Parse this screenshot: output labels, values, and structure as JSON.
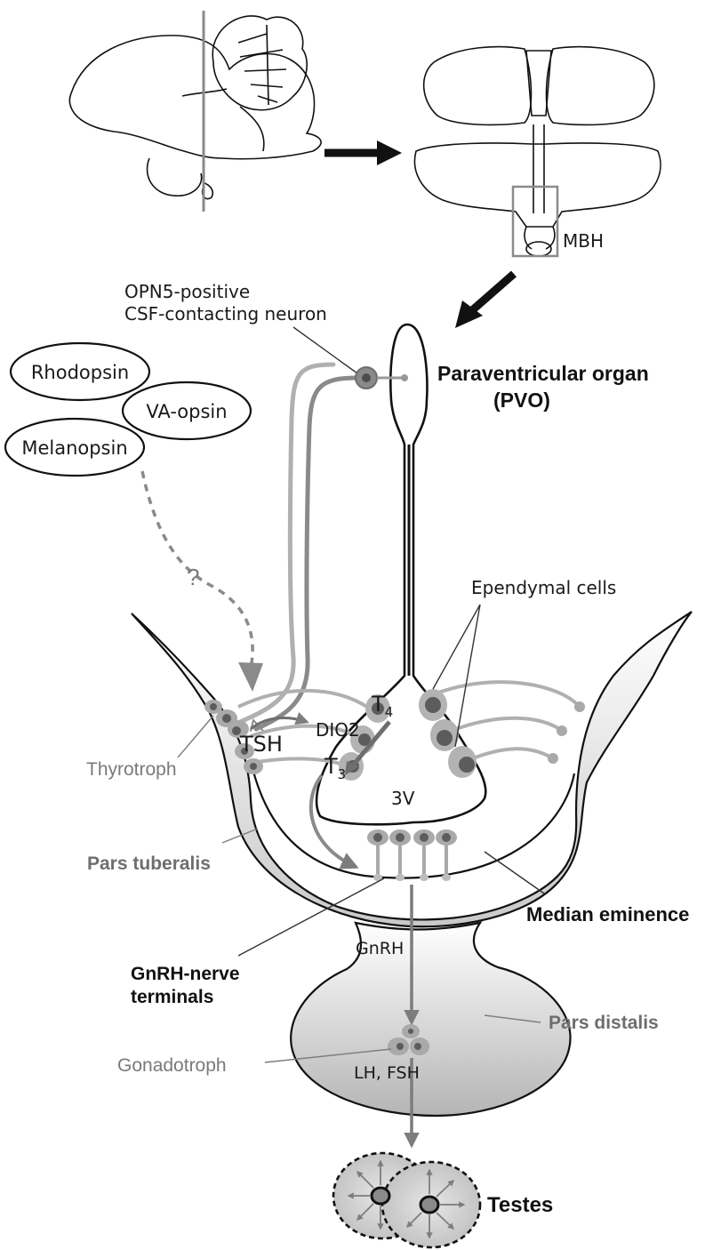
{
  "labels": {
    "mbh": "MBH",
    "opn5_line1": "OPN5-positive",
    "opn5_line2": "CSF-contacting neuron",
    "pvo_line1": "Paraventricular organ",
    "pvo_line2": "(PVO)",
    "rhodopsin": "Rhodopsin",
    "va_opsin": "VA-opsin",
    "melanopsin": "Melanopsin",
    "question": "?",
    "ependymal": "Ependymal cells",
    "t4": "T",
    "t4_sub": "4",
    "dio2": "DIO2",
    "tsh": "TSH",
    "t3": "T",
    "t3_sub": "3",
    "thyrotroph": "Thyrotroph",
    "third_ventricle": "3V",
    "pars_tuberalis": "Pars tuberalis",
    "median_eminence": "Median eminence",
    "gnrh_terminals_line1": "GnRH-nerve",
    "gnrh_terminals_line2": "terminals",
    "gnrh": "GnRH",
    "pars_distalis": "Pars distalis",
    "gonadotroph": "Gonadotroph",
    "lh_fsh": "LH, FSH",
    "testes": "Testes"
  },
  "colors": {
    "line": "#111111",
    "grey_line": "#8a8a8a",
    "light_grey": "#b8b8b8",
    "cell_fill": "#a9a9a9",
    "nucleus": "#5c5c5c",
    "tissue_light": "#f4f4f4",
    "tissue_dark": "#bdbdbd"
  }
}
